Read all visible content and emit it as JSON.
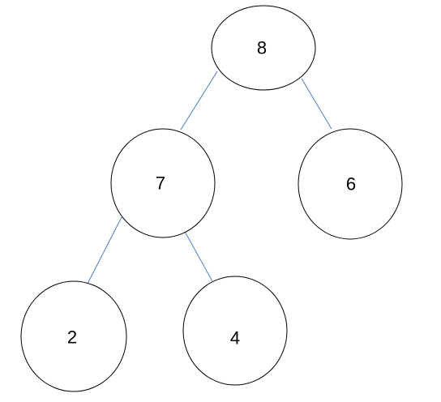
{
  "tree": {
    "nodes": [
      {
        "id": "n8",
        "label": "8"
      },
      {
        "id": "n7",
        "label": "7"
      },
      {
        "id": "n6",
        "label": "6"
      },
      {
        "id": "n2",
        "label": "2"
      },
      {
        "id": "n4",
        "label": "4"
      }
    ],
    "edges": [
      {
        "from": "n8",
        "to": "n7"
      },
      {
        "from": "n8",
        "to": "n6"
      },
      {
        "from": "n7",
        "to": "n2"
      },
      {
        "from": "n7",
        "to": "n4"
      }
    ]
  },
  "colors": {
    "edge": "#4a7fc1",
    "node_stroke": "#000000",
    "node_fill": "#ffffff"
  }
}
